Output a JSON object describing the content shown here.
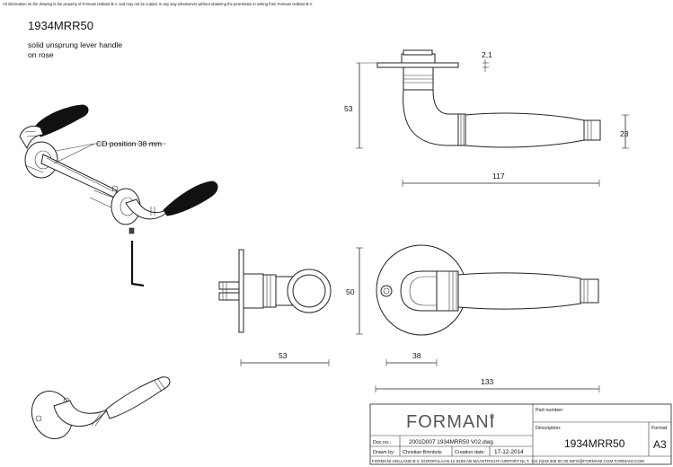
{
  "notice": "All information on the drawing is the property of Formani Holland B.V. and may not be copied, in any way whatsoever without obtaining the permission in writing from Formani Holland B.V.",
  "product_code": "1934MRR50",
  "description_lines": [
    "solid unsprung lever handle",
    "on rose"
  ],
  "cd_label": "CD position 38 mm",
  "dimensions": {
    "d_2_1": "2,1",
    "d_53_vertical": "53",
    "d_23": "23",
    "d_117": "117",
    "d_50": "50",
    "d_53_horizontal": "53",
    "d_38": "38",
    "d_133": "133"
  },
  "title_block": {
    "brand": "FORMANI",
    "brand_mark": "®",
    "part_number_label": "Part number:",
    "doc_no_label": "Doc no.:",
    "doc_no_value": "2001D007 1934MRR50 V02.dwg",
    "drawn_by_label": "Drawn by:",
    "drawn_by_value": "Christian Brimbois",
    "creation_date_label": "Creation date:",
    "creation_date_value": "17-12-2014",
    "description_label": "Description:",
    "description_value": "1934MRR50",
    "format_label": "Format:",
    "format_value": "A3",
    "footer": "FORMANI HOLLAND B.V.  EUROPALAAN 12  6199 AB MAASTRICHT-AIRPORT NL  T. +31 (0)43 308 50 00 INFO@FORMANI.COM FORMANI.COM"
  }
}
